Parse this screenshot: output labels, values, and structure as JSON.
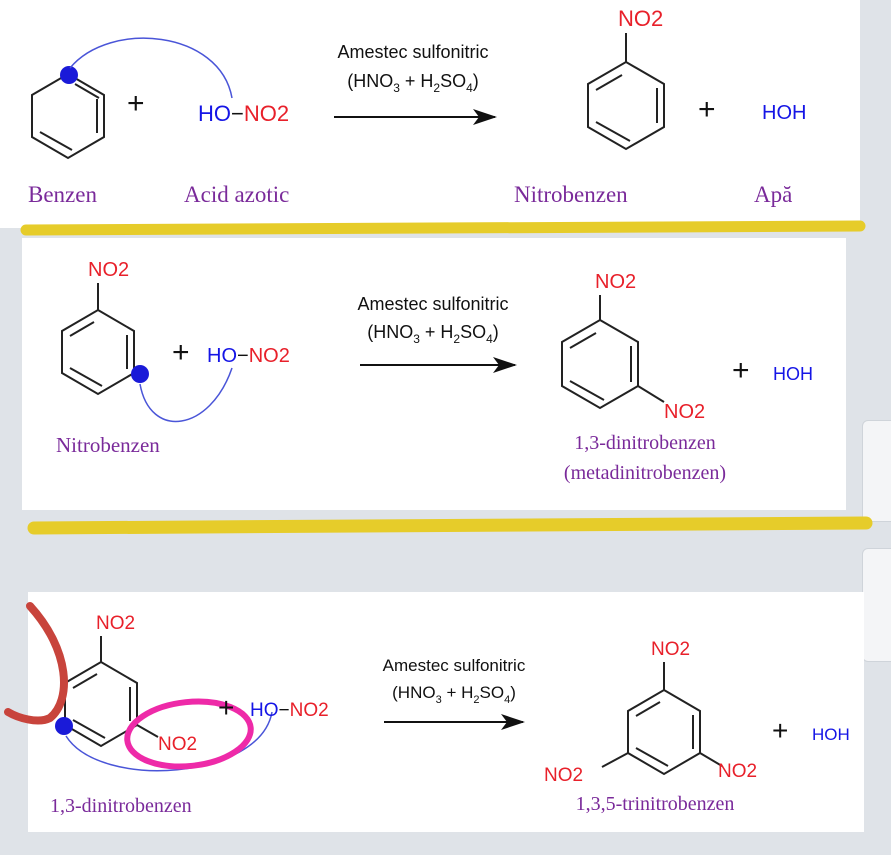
{
  "colors": {
    "nitro_red": "#e8202a",
    "hydroxyl_blue": "#1515e6",
    "label_purple": "#7a2a9a",
    "arc_blue": "#4a55d8",
    "divider_yellow": "#e6cc2a",
    "marker_red": "#c8443c",
    "highlight_pink": "#ee2aa8"
  },
  "reaction1": {
    "reagent_ho": "HO",
    "reagent_bond": "−",
    "reagent_no2": "NO2",
    "plus1": "+",
    "plus2": "+",
    "catalyst_name": "Amestec sulfonitric",
    "product_group": "NO2",
    "byproduct": "HOH",
    "label_reactant1": "Benzen",
    "label_reactant2": "Acid azotic",
    "label_product1": "Nitrobenzen",
    "label_product2": "Apă"
  },
  "reaction2": {
    "reactant_group": "NO2",
    "reagent_ho": "HO",
    "reagent_bond": "−",
    "reagent_no2": "NO2",
    "plus1": "+",
    "plus2": "+",
    "catalyst_name": "Amestec sulfonitric",
    "product_group_top": "NO2",
    "product_group_meta": "NO2",
    "byproduct": "HOH",
    "label_reactant": "Nitrobenzen",
    "label_product": "1,3-dinitrobenzen",
    "label_product_alt": "(metadinitrobenzen)"
  },
  "reaction3": {
    "reactant_group_top": "NO2",
    "reactant_group_meta": "NO2",
    "reagent_ho": "HO",
    "reagent_bond": "−",
    "reagent_no2": "NO2",
    "plus1": "+",
    "plus2": "+",
    "catalyst_name": "Amestec sulfonitric",
    "product_group_top": "NO2",
    "product_group_left": "NO2",
    "product_group_right": "NO2",
    "byproduct": "HOH",
    "label_reactant": "1,3-dinitrobenzen",
    "label_product": "1,3,5-trinitrobenzen"
  }
}
